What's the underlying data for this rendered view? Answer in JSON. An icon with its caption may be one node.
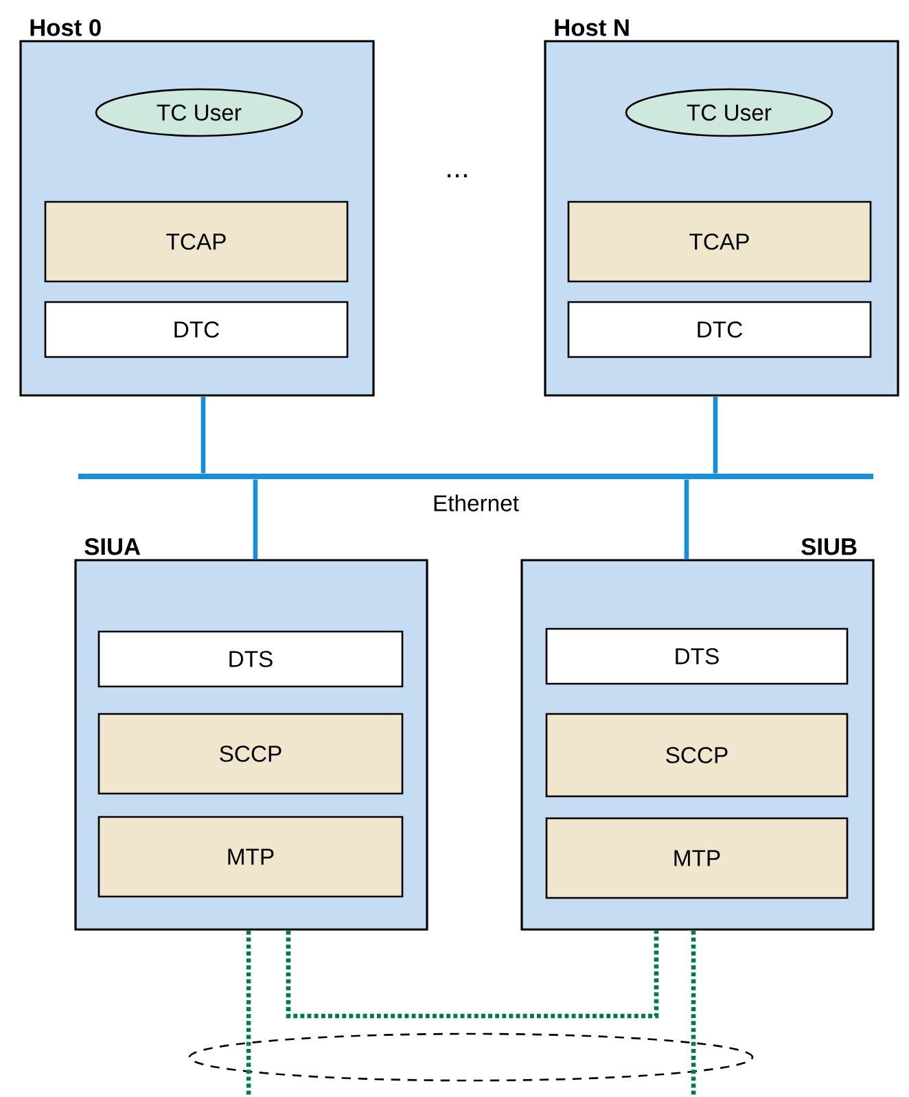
{
  "diagram": {
    "nodes": [
      {
        "text": [
          "Host 0"
        ]
      },
      {
        "text": [
          "TC User"
        ],
        "in": 0
      },
      {
        "text": [
          "TCAP"
        ],
        "in": 0
      },
      {
        "text": [
          "DTC"
        ],
        "in": 0
      },
      {
        "text": [
          "Host N"
        ]
      },
      {
        "text": [
          "TC User"
        ],
        "in": 4
      },
      {
        "text": [
          "TCAP"
        ],
        "in": 4
      },
      {
        "text": [
          "DTC"
        ],
        "in": 4
      },
      {
        "text": [
          "Ethernet"
        ]
      },
      {
        "text": [
          "SIUA"
        ]
      },
      {
        "text": [
          "DTS"
        ],
        "in": 9
      },
      {
        "text": [
          "SCCP"
        ],
        "in": 9
      },
      {
        "text": [
          "MTP"
        ],
        "in": 9
      },
      {
        "text": [
          "SIUB"
        ]
      },
      {
        "text": [
          "DTS"
        ],
        "in": 13
      },
      {
        "text": [
          "SCCP"
        ],
        "in": 13
      },
      {
        "text": [
          "MTP"
        ],
        "in": 13
      },
      {
        "text": [],
        "shape": "ellipse"
      }
    ],
    "edges": [
      {
        "from": 0,
        "to": 8,
        "arrow": "none"
      },
      {
        "from": 4,
        "to": 8,
        "arrow": "none"
      },
      {
        "from": 9,
        "to": 8,
        "arrow": "none"
      },
      {
        "from": 13,
        "to": 8,
        "arrow": "none"
      },
      {
        "from": 9,
        "to": 13,
        "arrow": "none",
        "style": "dashed",
        "color": "#007a4a"
      },
      {
        "from": 9,
        "to": null,
        "arrow": "none",
        "style": "dashed",
        "color": "#007a4a"
      },
      {
        "from": 13,
        "to": null,
        "arrow": "none",
        "style": "dashed",
        "color": "#007a4a"
      }
    ],
    "labels": [
      "..."
    ]
  }
}
